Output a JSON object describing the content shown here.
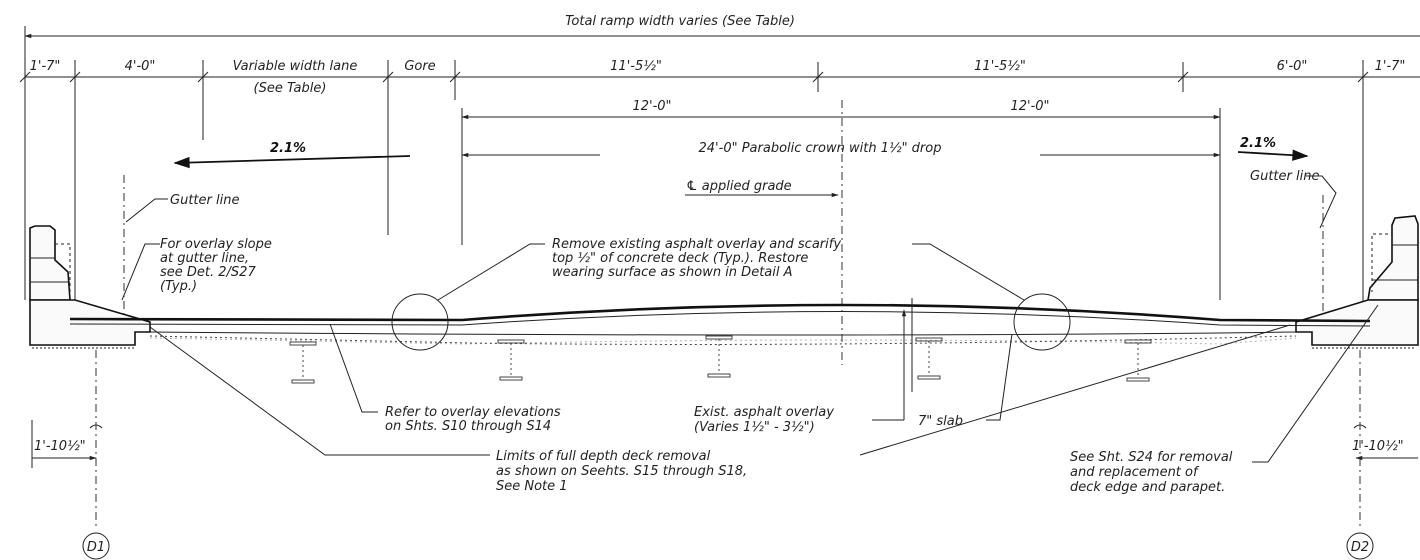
{
  "dimensions": {
    "total": "Total ramp width varies (See Table)",
    "left_edge": "1'-7\"",
    "left_shoulder": "4'-0\"",
    "variable_lane": "Variable width lane",
    "variable_lane_note": "(See Table)",
    "gore": "Gore",
    "lane_left": "11'-5½\"",
    "lane_right": "11'-5½\"",
    "right_shoulder": "6'-0\"",
    "right_edge": "1'-7\"",
    "half_left": "12'-0\"",
    "half_right": "12'-0\"",
    "crown": "24'-0\" Parabolic crown with 1½\" drop",
    "left_offset": "1'-10½\"",
    "right_offset": "1'-10½\""
  },
  "slopes": {
    "left": "2.1%",
    "right": "2.1%"
  },
  "labels": {
    "cl_grade": "℄ applied grade",
    "gutter_left": "Gutter line",
    "gutter_right": "Gutter line",
    "overlay_slope": [
      "For overlay slope",
      "at gutter line,",
      "see Det. 2/S27",
      "(Typ.)"
    ],
    "remove_overlay": [
      "Remove existing asphalt overlay and scarify",
      "top ½\" of concrete deck (Typ.). Restore",
      "wearing surface as shown in Detail A"
    ],
    "refer_overlay": [
      "Refer to overlay elevations",
      "on Shts. S10 through S14"
    ],
    "exist_overlay": [
      "Exist. asphalt overlay",
      "(Varies 1½\" - 3½\")"
    ],
    "slab": "7\" slab",
    "limits": [
      "Limits of full depth deck removal",
      "as shown on Seehts. S15 through S18,",
      "See Note 1"
    ],
    "see_s24": [
      "See Sht. S24 for removal",
      "and replacement of",
      "deck edge and parapet."
    ]
  },
  "grid": {
    "left": "D1",
    "right": "D2"
  }
}
